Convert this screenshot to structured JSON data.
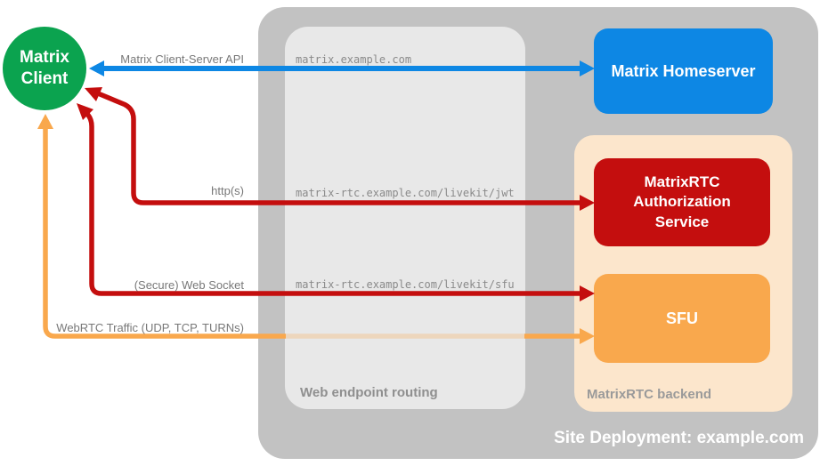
{
  "colors": {
    "client_green": "#0ba34f",
    "homeserver_blue": "#0d87e4",
    "auth_red": "#c40e0e",
    "sfu_orange": "#f9a84d",
    "backend_peach": "#fce6cc",
    "site_gray": "#c2c2c2",
    "routing_gray": "#e8e8e8",
    "caption_gray": "#8f8f8f"
  },
  "nodes": {
    "client": {
      "label": "Matrix Client"
    },
    "homeserver": {
      "label": "Matrix Homeserver"
    },
    "auth_service": {
      "label": "MatrixRTC Authorization Service"
    },
    "sfu": {
      "label": "SFU"
    }
  },
  "containers": {
    "site": {
      "label": "Site Deployment: example.com"
    },
    "routing": {
      "label": "Web endpoint routing"
    },
    "backend": {
      "label": "MatrixRTC backend"
    }
  },
  "endpoints": {
    "homeserver": "matrix.example.com",
    "jwt": "matrix-rtc.example.com/livekit/jwt",
    "sfu": "matrix-rtc.example.com/livekit/sfu"
  },
  "connections": {
    "cs_api": {
      "label": "Matrix Client-Server API",
      "color": "#0d87e4"
    },
    "https": {
      "label": "http(s)",
      "color": "#c40e0e"
    },
    "websocket": {
      "label": "(Secure) Web Socket",
      "color": "#c40e0e"
    },
    "webrtc": {
      "label": "WebRTC Traffic (UDP, TCP, TURNs)",
      "color": "#f9a84d"
    }
  }
}
